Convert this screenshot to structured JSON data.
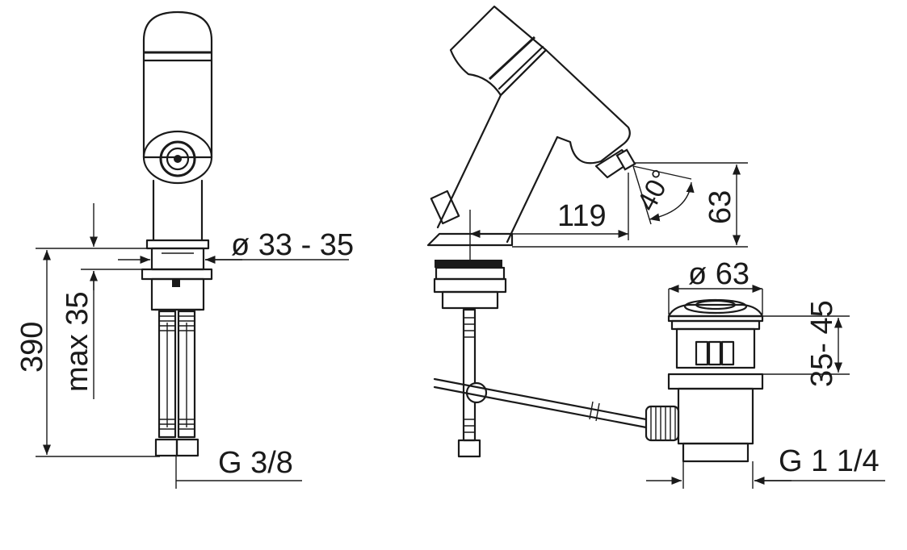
{
  "diagram": {
    "labels": {
      "dia_valve": "ø 33 - 35",
      "height_total": "390",
      "max_thickness": "max 35",
      "thread_supply": "G 3/8",
      "reach": "119",
      "spout_height": "63",
      "angle": "40°",
      "dia_waste": "ø 63",
      "waste_range": "35- 45",
      "thread_waste": "G 1 1/4"
    }
  }
}
